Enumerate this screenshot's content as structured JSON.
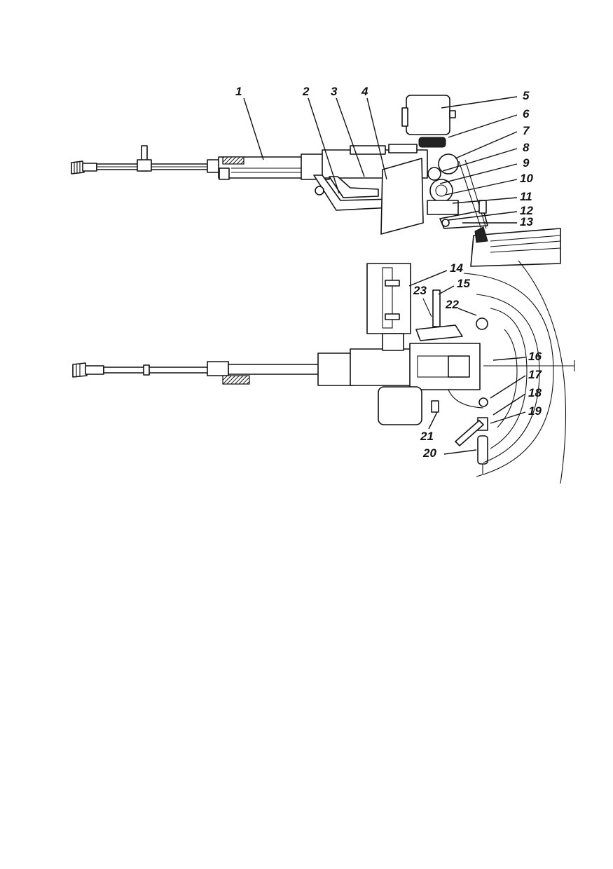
{
  "callouts": [
    {
      "id": 1,
      "label": "1"
    },
    {
      "id": 2,
      "label": "2"
    },
    {
      "id": 3,
      "label": "3"
    },
    {
      "id": 4,
      "label": "4"
    },
    {
      "id": 5,
      "label": "5"
    },
    {
      "id": 6,
      "label": "6"
    },
    {
      "id": 7,
      "label": "7"
    },
    {
      "id": 8,
      "label": "8"
    },
    {
      "id": 9,
      "label": "9"
    },
    {
      "id": 10,
      "label": "10"
    },
    {
      "id": 11,
      "label": "11"
    },
    {
      "id": 12,
      "label": "12"
    },
    {
      "id": 13,
      "label": "13"
    },
    {
      "id": 14,
      "label": "14"
    },
    {
      "id": 15,
      "label": "15"
    },
    {
      "id": 16,
      "label": "16"
    },
    {
      "id": 17,
      "label": "17"
    },
    {
      "id": 18,
      "label": "18"
    },
    {
      "id": 19,
      "label": "19"
    },
    {
      "id": 20,
      "label": "20"
    },
    {
      "id": 21,
      "label": "21"
    },
    {
      "id": 22,
      "label": "22"
    },
    {
      "id": 23,
      "label": "23"
    }
  ],
  "colors": {
    "ink": "#111111",
    "paper": "#ffffff"
  }
}
